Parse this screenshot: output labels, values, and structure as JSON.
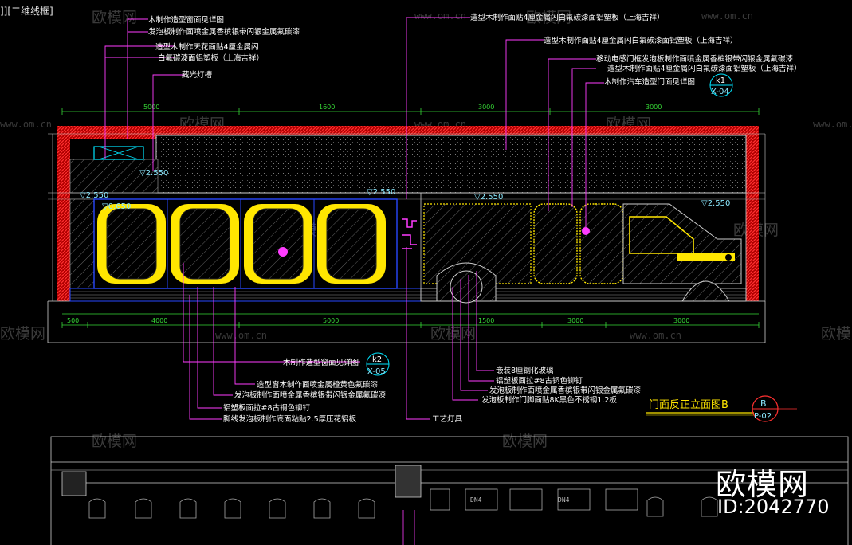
{
  "view_tab": "]][二维线框]",
  "watermark": {
    "text": "欧模网",
    "url": "www.om.cn"
  },
  "brand": {
    "name": "欧模网",
    "id": "ID:2042770"
  },
  "title": {
    "text": "门面反正立面图B",
    "sym_top": "B",
    "sym_bottom": "P-02"
  },
  "colors": {
    "red_hatch": "#ff2020",
    "yellow": "#ffe600",
    "blue": "#2848ff",
    "magenta": "#ff3cff",
    "white": "#ffffff",
    "cyan": "#00e5ff",
    "green": "#36d936"
  },
  "callouts_top_left": [
    "木制作造型窗面见详图",
    "发泡板制作面喷金属香槟银带闪银金属氟碳漆",
    "造型木制作天花面贴4厘金属闪",
    "白氟碳漆面铝塑板（上海吉祥）",
    "藏光灯槽"
  ],
  "callouts_top_right": [
    "造型木制作面贴4厘金属闪白氟碳漆面铝塑板（上海吉祥）",
    "造型木制作面贴4厘金属闪白氟碳漆面铝塑板（上海吉祥）",
    "移动电感门框发泡板制作面喷金属香槟银带闪银金属氟碳漆",
    "造型木制作面贴4厘金属闪白氟碳漆面铝塑板（上海吉祥）",
    "木制作汽车造型门面见详图"
  ],
  "k1": {
    "top": "k1",
    "bottom": "X-04"
  },
  "k2": {
    "top": "k2",
    "bottom": "X-05"
  },
  "callouts_bottom_left": [
    "木制作造型窗面见详图",
    "造型窗木制作面喷金属橙黄色氟碳漆",
    "发泡板制作面喷金属香槟银带闪银金属氟碳漆",
    "铝塑板面拉#8古铜色铆钉",
    "脚线发泡板制作底面粘贴2.5厚压花铝板"
  ],
  "callouts_bottom_right": [
    "嵌装8厘钢化玻璃",
    "铝塑板面拉#8古铜色铆钉",
    "发泡板制作面喷金属香槟银带闪银金属氟碳漆",
    "发泡板制作门脚面贴8K黑色不锈钢1.2板"
  ],
  "callout_lamp": "工艺灯具",
  "levels": {
    "l1": "▽2.550",
    "l2": "▽2.550",
    "l3": "▽2.550",
    "l4": "▽2.550",
    "l5": "▽0.650",
    "l6": "▽2.550"
  },
  "dims_top": [
    "5000",
    "1600",
    "3000",
    "3000"
  ],
  "dims_bottom": [
    "500",
    "4000",
    "5000",
    "1500",
    "3000",
    "3000"
  ],
  "plan_text": [
    "DN4",
    "DN4"
  ]
}
